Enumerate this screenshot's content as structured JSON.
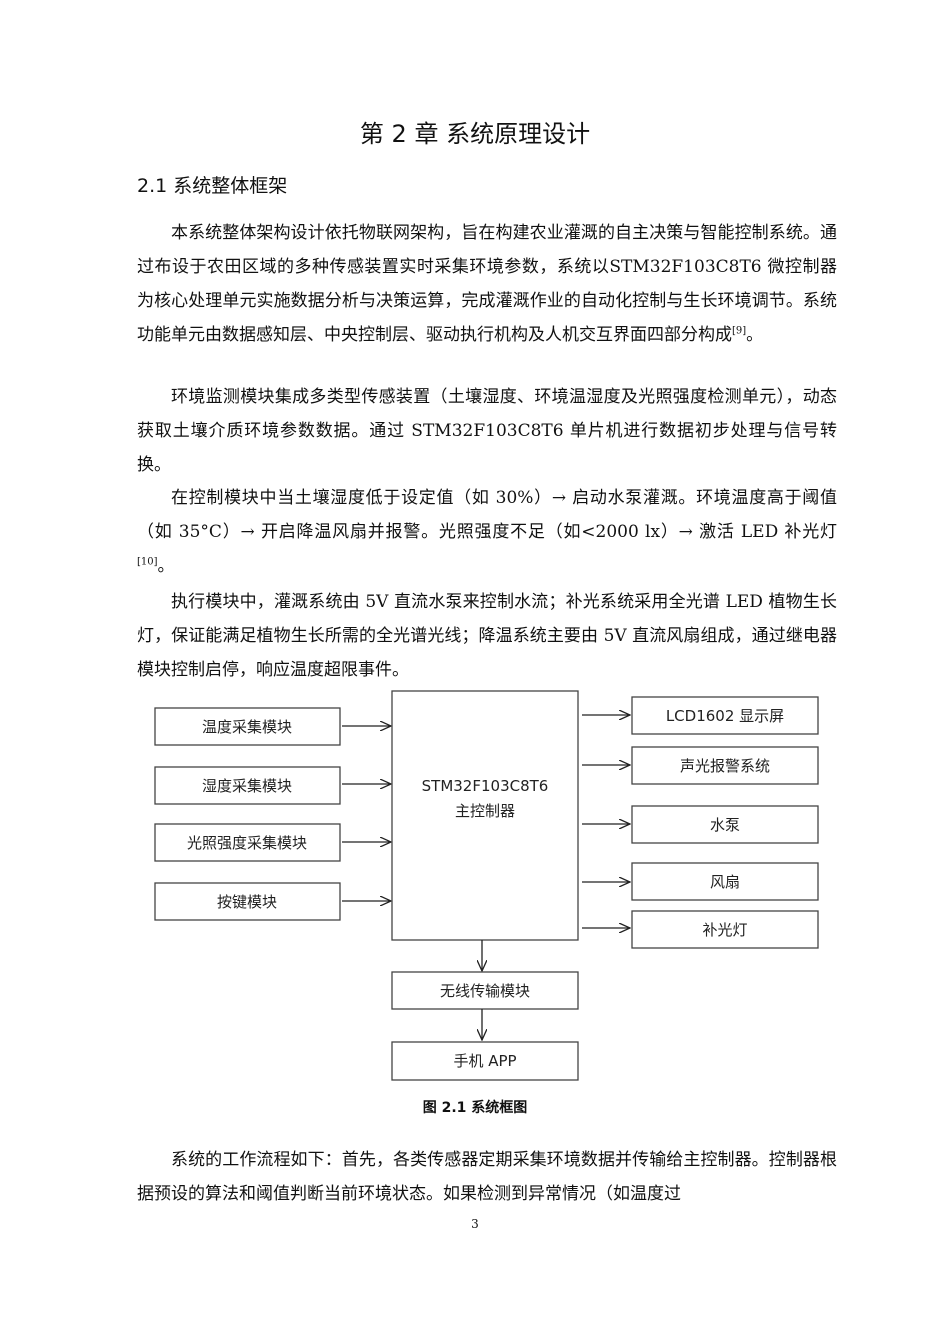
{
  "chapter_title": "第 2 章  系统原理设计",
  "section_title": "2.1 系统整体框架",
  "paragraphs": {
    "p1": "本系统整体架构设计依托物联网架构，旨在构建农业灌溉的自主决策与智能控制系统。通过布设于农田区域的多种传感装置实时采集环境参数，系统以STM32F103C8T6 微控制器为核心处理单元实施数据分析与决策运算，完成灌溉作业的自动化控制与生长环境调节。系统功能单元由数据感知层、中央控制层、驱动执行机构及人机交互界面四部分构成",
    "p1_ref": "[9]",
    "p1_end": "。",
    "p2": "环境监测模块集成多类型传感装置（土壤湿度、环境温湿度及光照强度检测单元），动态获取土壤介质环境参数数据。通过   STM32F103C8T6 单片机进行数据初步处理与信号转换。",
    "p3": "在控制模块中当土壤湿度低于设定值（如 30%）→  启动水泵灌溉。环境温度高于阈值（如 35°C）→  开启降温风扇并报警。光照强度不足（如<2000 lx）→  激活 LED 补光灯",
    "p3_ref": "[10]",
    "p3_end": "。",
    "p4": "执行模块中，灌溉系统由 5V 直流水泵来控制水流；补光系统采用全光谱 LED 植物生长灯，保证能满足植物生长所需的全光谱光线；降温系统主要由 5V 直流风扇组成，通过继电器模块控制启停，响应温度超限事件。",
    "p5": "系统的工作流程如下：首先，各类传感器定期采集环境数据并传输给主控制器。控制器根据预设的算法和阈值判断当前环境状态。如果检测到异常情况（如温度过"
  },
  "diagram": {
    "inputs": [
      "温度采集模块",
      "湿度采集模块",
      "光照强度采集模块",
      "按键模块"
    ],
    "controller": [
      "STM32F103C8T6",
      "主控制器"
    ],
    "outputs": [
      "LCD1602 显示屏",
      "声光报警系统",
      "水泵",
      "风扇",
      "补光灯"
    ],
    "wireless": "无线传输模块",
    "phone": "手机 APP"
  },
  "figure_caption": "图 2.1 系统框图",
  "page_number": "3"
}
